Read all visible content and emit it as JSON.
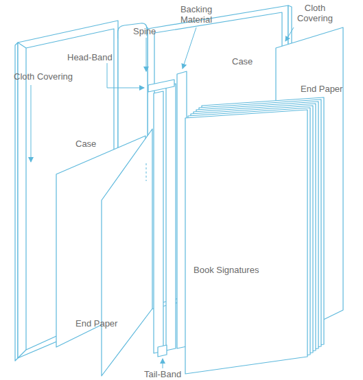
{
  "diagram": {
    "labels": [
      "Backing Material",
      "Cloth Covering",
      "Spine",
      "Head-Band",
      "Cloth Covering",
      "Case",
      "End Paper",
      "Case",
      "Book Signatures",
      "End Paper",
      "Tail-Band"
    ]
  }
}
